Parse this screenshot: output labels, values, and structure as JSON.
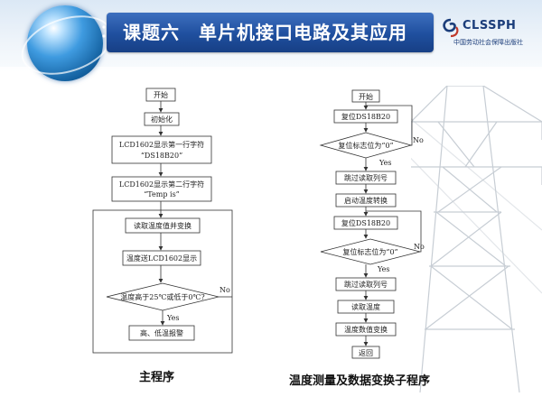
{
  "header": {
    "title": "课题六　单片机接口电路及其应用",
    "logo_text": "CLSSPH",
    "logo_sub": "中国劳动社会保障出版社"
  },
  "main_flow": {
    "start": "开始",
    "init": "初始化",
    "lcd_line1": "LCD1602显示第一行字符",
    "lcd_line1b": "“DS18B20”",
    "lcd_line2": "LCD1602显示第二行字符",
    "lcd_line2b": "“Temp is”",
    "read_convert": "读取温度值并变换",
    "send_lcd": "温度送LCD1602显示",
    "decision": "温度高于25℃或低于0℃?",
    "no": "No",
    "yes": "Yes",
    "alarm": "高、低温报警",
    "caption": "主程序"
  },
  "sub_flow": {
    "start": "开始",
    "reset1": "复位DS18B20",
    "decision1": "复位标志位为“0”",
    "no1": "No",
    "yes1": "Yes",
    "skip_rom1": "跳过读取列号",
    "start_conv": "启动温度转换",
    "reset2": "复位DS18B20",
    "decision2": "复位标志位为“0”",
    "no2": "No",
    "yes2": "Yes",
    "skip_rom2": "跳过读取列号",
    "read_temp": "读取温度",
    "convert": "温度数值变换",
    "ret": "返回",
    "caption": "温度测量及数据变换子程序"
  }
}
